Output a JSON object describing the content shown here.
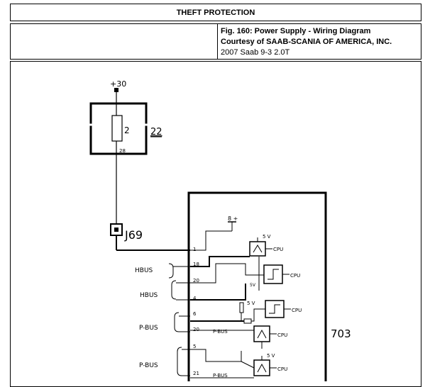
{
  "header": {
    "title": "THEFT PROTECTION"
  },
  "caption": {
    "line1": "Fig. 160: Power Supply - Wiring Diagram",
    "line2": "Courtesy of SAAB-SCANIA OF AMERICA, INC.",
    "line3": "2007 Saab 9-3 2.0T"
  },
  "diagram": {
    "supply_label": "+30",
    "fuse_number": "2",
    "fuse_box_id": "22",
    "fuse_pin": "28",
    "connector_id": "J69",
    "ecu_id": "703",
    "bus_labels": [
      "HBUS",
      "HBUS",
      "P-BUS",
      "P-BUS"
    ],
    "inner_bus_labels": [
      "P-BUS",
      "P-BUS"
    ],
    "pin_labels": [
      "1",
      "18",
      "20",
      "4",
      "6",
      "20",
      "5",
      "21"
    ],
    "cpu_labels": [
      "CPU",
      "CPU",
      "CPU",
      "CPU",
      "CPU"
    ],
    "voltage_labels": [
      "8 +",
      "5 V",
      "5 V",
      "5 V"
    ],
    "misc_label": "5V"
  }
}
